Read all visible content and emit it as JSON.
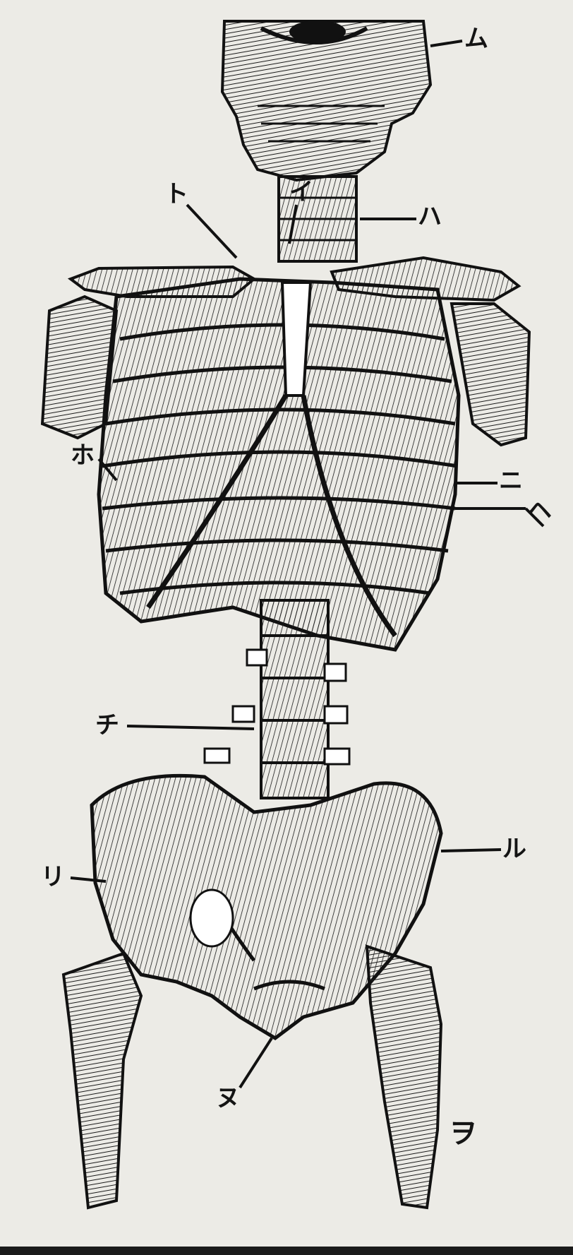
{
  "labels": {
    "mu": "ム",
    "to": "ト",
    "i": "イ",
    "ha": "ハ",
    "ho": "ホ",
    "ni": "ニ",
    "he": "ヘ",
    "chi": "チ",
    "ri": "リ",
    "ru": "ル",
    "nu": "ヌ",
    "wo": "ヲ"
  },
  "colors": {
    "paper": "#ecebe6",
    "ink": "#141414"
  }
}
